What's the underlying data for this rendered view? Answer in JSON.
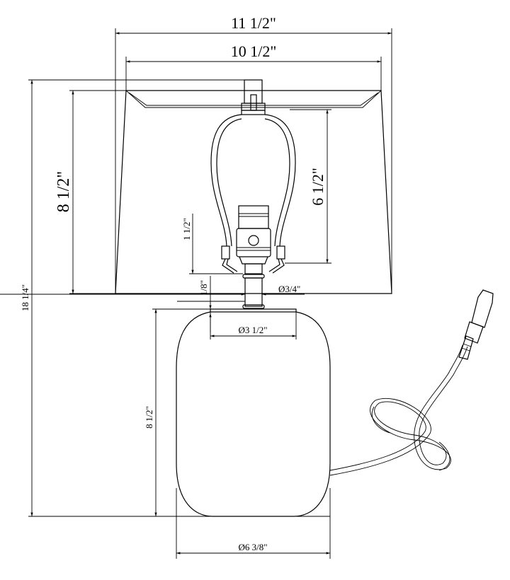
{
  "dimensions": {
    "overall_shade_width": "11 1/2\"",
    "shade_top_width": "10 1/2\"",
    "overall_height": "18 1/4\"",
    "shade_height": "8 1/2\"",
    "harp_height": "6 1/2\"",
    "socket_height": "1 1/2\"",
    "neck_height": "1/8\"",
    "neck_diameter": "Ø3/4\"",
    "base_top_diameter": "Ø3 1/2\"",
    "base_height": "8 1/2\"",
    "base_diameter": "Ø6 3/8\""
  },
  "colors": {
    "line": "#000000",
    "background": "#ffffff"
  }
}
